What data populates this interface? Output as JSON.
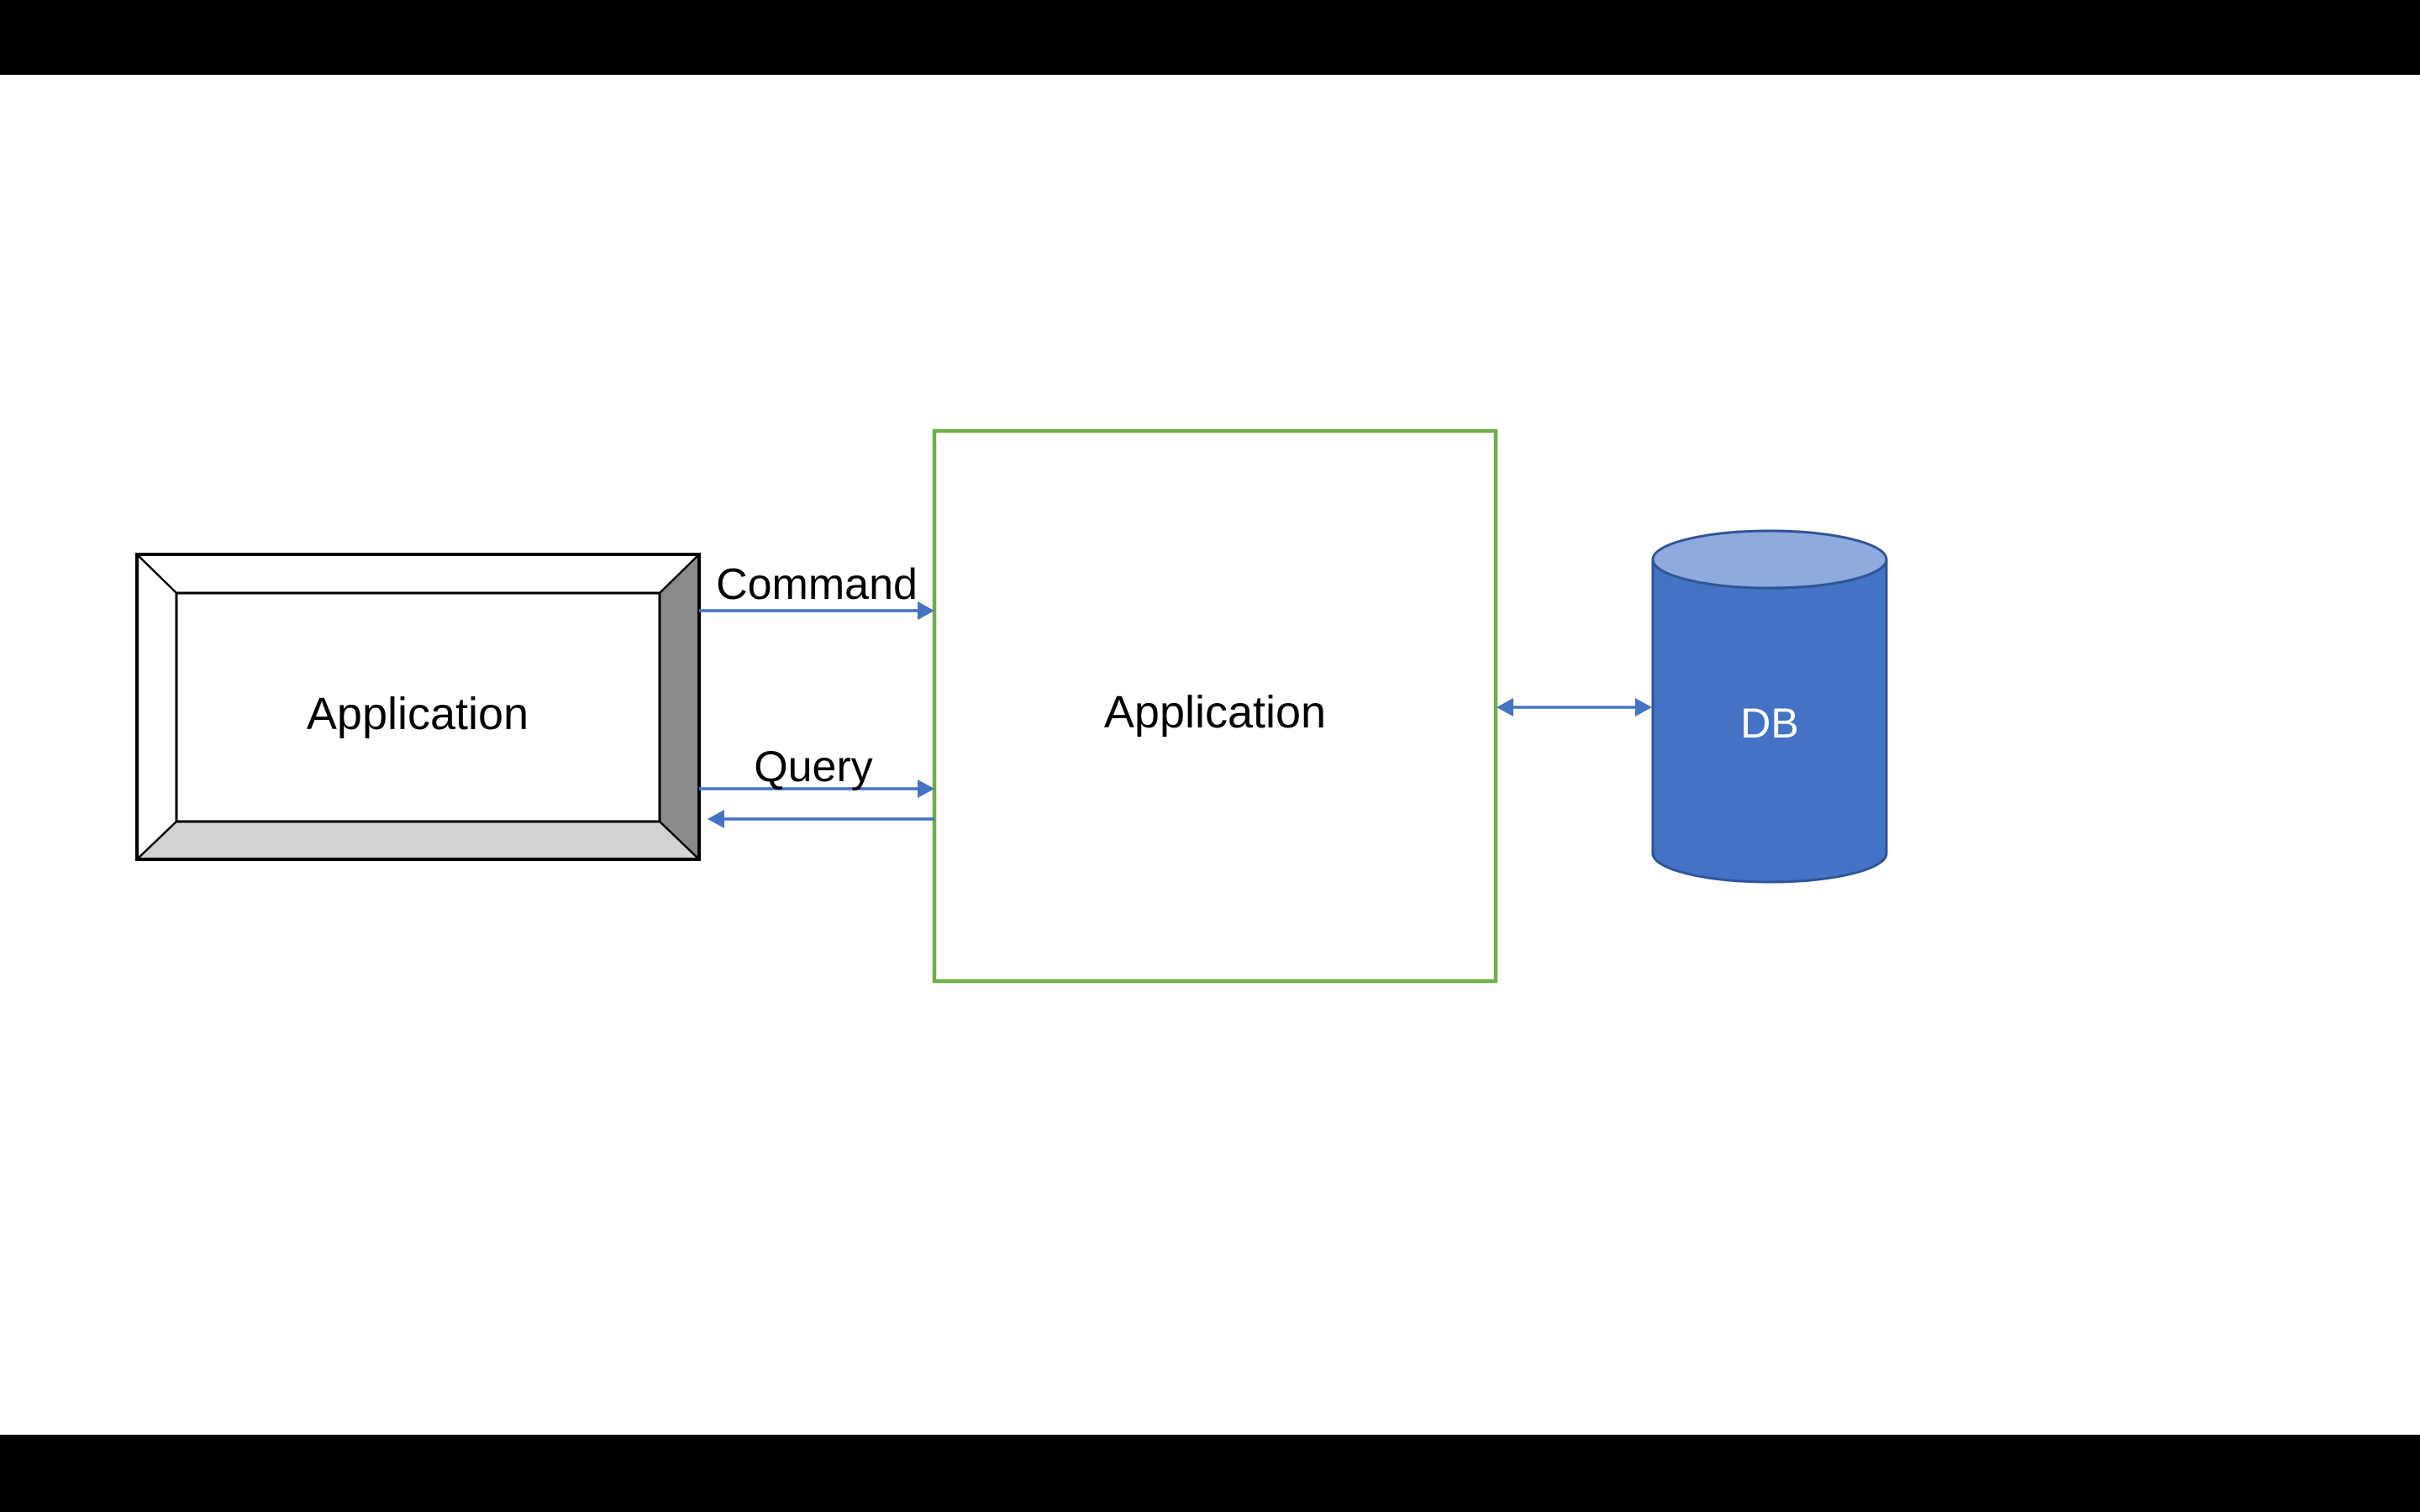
{
  "screen": {
    "letterbox_color": "#000000",
    "slide_background": "#FFFFFF"
  },
  "colors": {
    "white": "#FFFFFF",
    "black": "#000000",
    "arrow_blue": "#4472C4",
    "green_border": "#70AD47",
    "bevel_side_gray": "#8A8A8A",
    "bevel_bottom_gray": "#D2D2D2",
    "cylinder_body_blue": "#4472C4",
    "cylinder_top_blue": "#8FAADC",
    "cylinder_outline_blue": "#2F5597",
    "db_text": "#FFFFFF",
    "label_text": "#000000"
  },
  "nodes": {
    "client_app": {
      "label": "Application"
    },
    "server_app": {
      "label": "Application"
    },
    "database": {
      "label": "DB"
    }
  },
  "edges": {
    "command": {
      "label": "Command"
    },
    "query": {
      "label": "Query"
    }
  }
}
